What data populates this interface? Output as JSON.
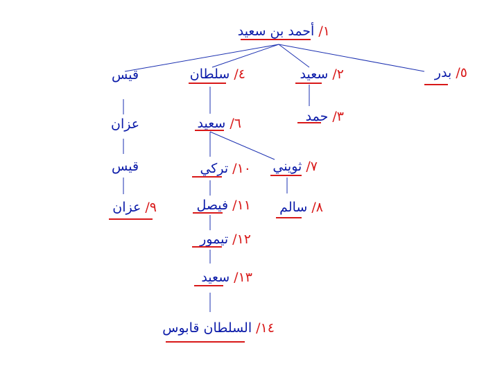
{
  "tree": {
    "nodes": [
      {
        "id": "n1",
        "number": "١/",
        "name": "أحمد بن سعيد"
      },
      {
        "id": "n2",
        "number": "٢/",
        "name": "سعيد"
      },
      {
        "id": "n3",
        "number": "٣/",
        "name": "حمد"
      },
      {
        "id": "n4",
        "number": "٤/",
        "name": "سلطان"
      },
      {
        "id": "n5",
        "number": "٥/",
        "name": "بدر"
      },
      {
        "id": "n6",
        "number": "٦/",
        "name": "سعيد"
      },
      {
        "id": "n7",
        "number": "٧/",
        "name": "ثويني"
      },
      {
        "id": "n8",
        "number": "٨/",
        "name": "سالم"
      },
      {
        "id": "n9",
        "number": "٩/",
        "name": "عزان"
      },
      {
        "id": "n10",
        "number": "١٠/",
        "name": "تركي"
      },
      {
        "id": "n11",
        "number": "١١/",
        "name": "فيصل"
      },
      {
        "id": "n12",
        "number": "١٢/",
        "name": "تيمور"
      },
      {
        "id": "n13",
        "number": "١٣/",
        "name": "سعيد"
      },
      {
        "id": "n14",
        "number": "١٤/",
        "name": "السلطان قابوس"
      },
      {
        "id": "q1",
        "number": "",
        "name": "قيس"
      },
      {
        "id": "q2",
        "number": "",
        "name": "عزان"
      },
      {
        "id": "q3",
        "number": "",
        "name": "قيس"
      }
    ]
  }
}
